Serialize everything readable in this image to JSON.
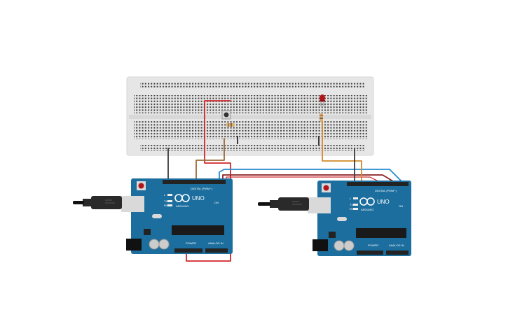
{
  "boards": [
    {
      "id": "left",
      "logo_text": "ARDUINO",
      "model": "UNO",
      "digital_label": "DIGITAL (PWM~)",
      "power_label": "POWER",
      "analog_label": "ANALOG IN",
      "on_label": "ON",
      "tx_label": "TX",
      "rx_label": "RX",
      "led_label": "L"
    },
    {
      "id": "right",
      "logo_text": "ARDUINO",
      "model": "UNO",
      "digital_label": "DIGITAL (PWM~)",
      "power_label": "POWER",
      "analog_label": "ANALOG IN",
      "on_label": "ON",
      "tx_label": "TX",
      "rx_label": "RX",
      "led_label": "L"
    }
  ],
  "colors": {
    "wire_red": "#d0262a",
    "wire_orange": "#d4892a",
    "wire_blue": "#2a8ad0",
    "wire_dark": "#3a3a3a",
    "wire_brown": "#8a5a2a",
    "board_blue": "#1c6e9e",
    "breadboard": "#e8e8e8",
    "led_red": "#b3141a",
    "cable_black": "#222222"
  }
}
